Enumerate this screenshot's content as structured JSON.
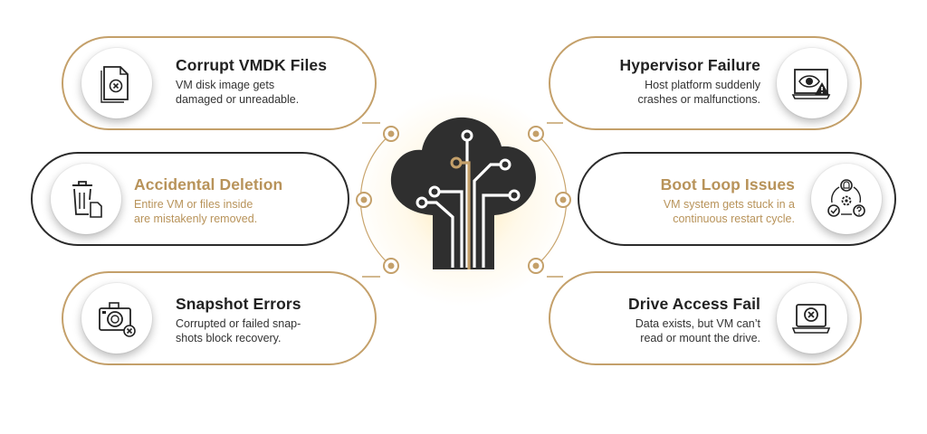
{
  "items": [
    {
      "title": "Corrupt VMDK Files",
      "desc1": "VM disk image gets",
      "desc2": "damaged or unreadable.",
      "icon": "corrupt-file-icon"
    },
    {
      "title": "Accidental Deletion",
      "desc1": "Entire VM or files inside",
      "desc2": "are mistakenly removed.",
      "icon": "trash-file-icon"
    },
    {
      "title": "Snapshot Errors",
      "desc1": "Corrupted or failed snap-",
      "desc2": "shots block recovery.",
      "icon": "camera-error-icon"
    },
    {
      "title": "Hypervisor Failure",
      "desc1": "Host platform suddenly",
      "desc2": "crashes or malfunctions.",
      "icon": "monitor-eye-warning-icon"
    },
    {
      "title": "Boot Loop Issues",
      "desc1": "VM system gets stuck in a",
      "desc2": "continuous restart cycle.",
      "icon": "restart-cycle-icon"
    },
    {
      "title": "Drive Access Fail",
      "desc1": "Data exists, but VM can’t",
      "desc2": "read or mount the drive.",
      "icon": "laptop-error-icon"
    }
  ],
  "colors": {
    "gold": "#b8935a",
    "dark": "#2b2b2b",
    "ring": "#c4a06a"
  },
  "center_icon": "cloud-circuit-tree-icon"
}
